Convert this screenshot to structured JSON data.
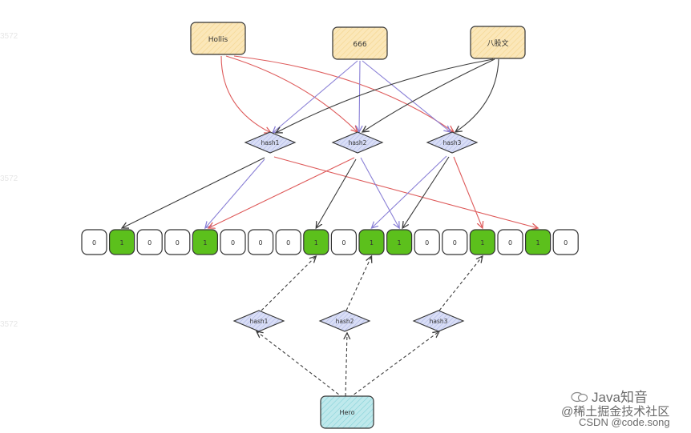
{
  "inputs": [
    "Hollis",
    "666",
    "八股文"
  ],
  "hashes": [
    "hash1",
    "hash2",
    "hash3"
  ],
  "bits": [
    0,
    1,
    0,
    0,
    1,
    0,
    0,
    0,
    1,
    0,
    1,
    1,
    0,
    0,
    1,
    0,
    1,
    0
  ],
  "query": {
    "label": "Hero",
    "hashes": [
      "hash1",
      "hash2",
      "hash3"
    ]
  },
  "watermarks": {
    "brand": "Java知音",
    "line1": "@稀土掘金技术社区",
    "line2": "CSDN @code.song",
    "faint": "3572"
  },
  "colors": {
    "input_fill": "#fbe7b9",
    "hash_fill": "#d9def6",
    "hero_fill": "#bfe9ec",
    "bit_on": "#5cc01c",
    "bit_off": "#ffffff",
    "arrow_red": "#de5b5b",
    "arrow_blue": "#8a80d6",
    "arrow_dark": "#3c3c3c"
  }
}
